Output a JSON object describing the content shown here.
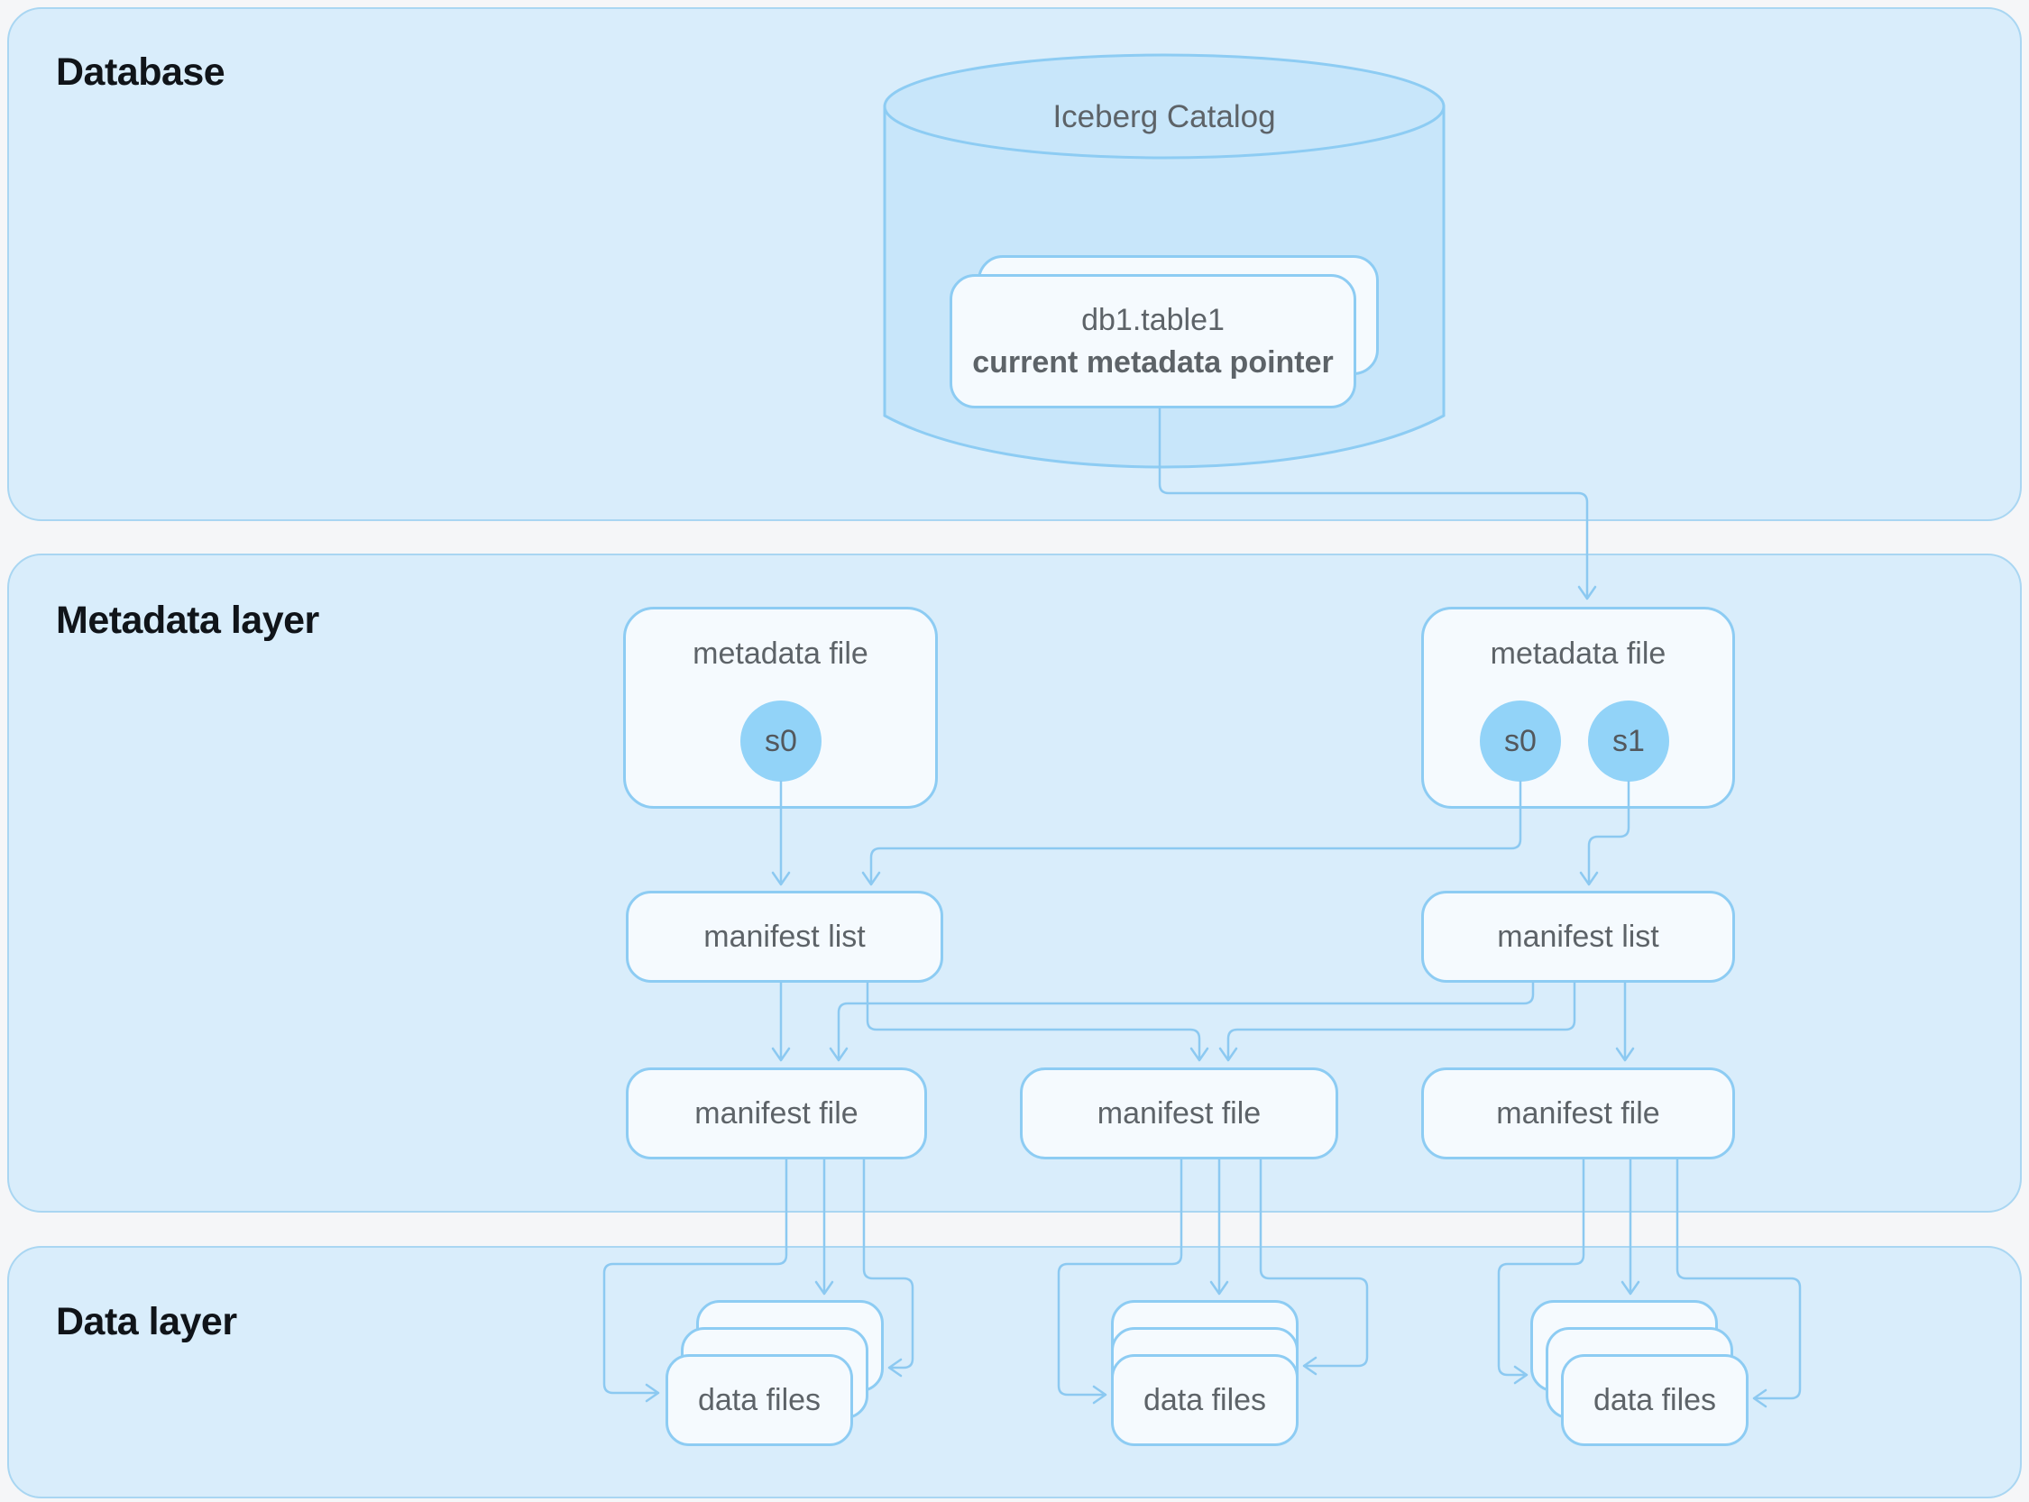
{
  "panels": {
    "database": {
      "label": "Database"
    },
    "metadata": {
      "label": "Metadata layer"
    },
    "data": {
      "label": "Data layer"
    }
  },
  "catalog": {
    "title": "Iceberg Catalog",
    "card": {
      "line1": "db1.table1",
      "line2": "current metadata pointer"
    }
  },
  "metadata_files": [
    {
      "label": "metadata file",
      "snapshots": [
        "s0"
      ]
    },
    {
      "label": "metadata file",
      "snapshots": [
        "s0",
        "s1"
      ]
    }
  ],
  "manifest_lists": [
    {
      "label": "manifest list"
    },
    {
      "label": "manifest list"
    }
  ],
  "manifest_files": [
    {
      "label": "manifest file"
    },
    {
      "label": "manifest file"
    },
    {
      "label": "manifest file"
    }
  ],
  "data_file_stacks": [
    {
      "label": "data files"
    },
    {
      "label": "data files"
    },
    {
      "label": "data files"
    }
  ],
  "colors": {
    "page_bg": "#f5f6f8",
    "panel_bg": "#d9edfb",
    "panel_border": "#a9d6f2",
    "box_bg": "#f5fafe",
    "box_border": "#8dccf3",
    "connector": "#8cc9f1",
    "snapshot_circle": "#92d3f8",
    "cylinder_fill": "#c8e6fa",
    "text_gray": "#5d6368",
    "text_dark": "#101419"
  }
}
